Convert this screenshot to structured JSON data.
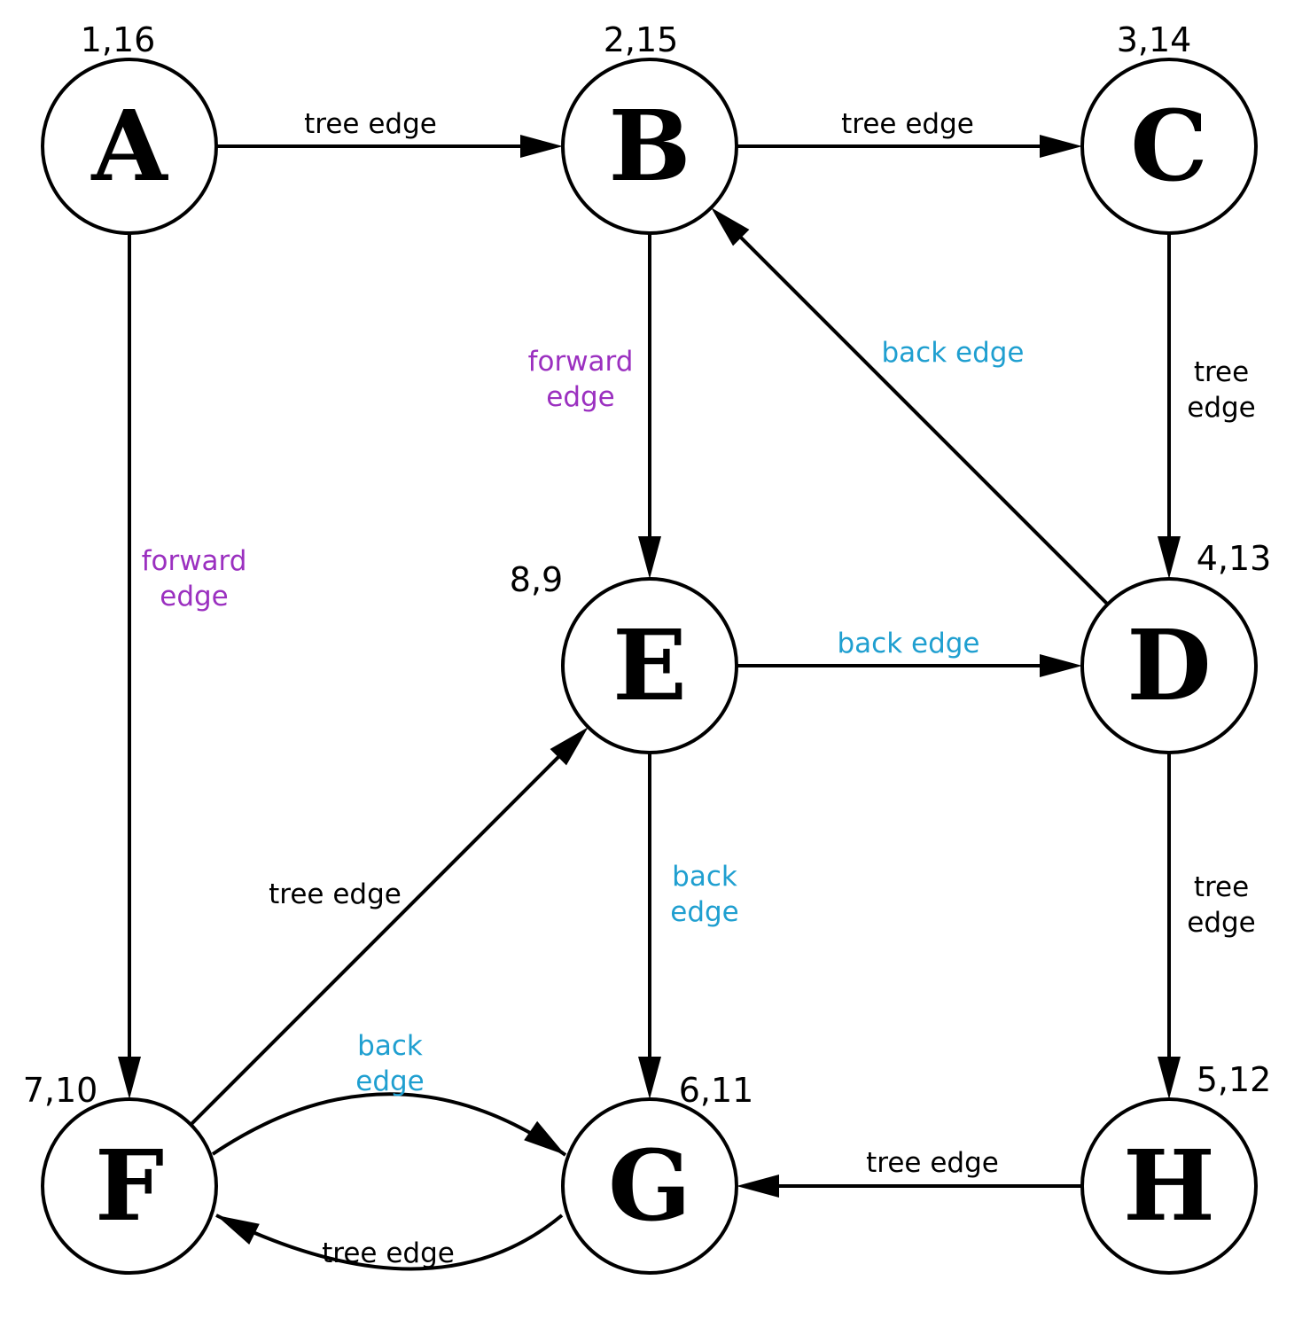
{
  "colors": {
    "tree": "#000000",
    "forward": "#9b30c0",
    "back": "#1f9fd0"
  },
  "nodes": [
    {
      "id": "A",
      "label": "A",
      "times": "1,16"
    },
    {
      "id": "B",
      "label": "B",
      "times": "2,15"
    },
    {
      "id": "C",
      "label": "C",
      "times": "3,14"
    },
    {
      "id": "D",
      "label": "D",
      "times": "4,13"
    },
    {
      "id": "E",
      "label": "E",
      "times": "8,9"
    },
    {
      "id": "F",
      "label": "F",
      "times": "7,10"
    },
    {
      "id": "G",
      "label": "G",
      "times": "6,11"
    },
    {
      "id": "H",
      "label": "H",
      "times": "5,12"
    }
  ],
  "edges": [
    {
      "id": "A-B",
      "from": "A",
      "to": "B",
      "type": "tree",
      "label": [
        "tree edge"
      ]
    },
    {
      "id": "B-C",
      "from": "B",
      "to": "C",
      "type": "tree",
      "label": [
        "tree edge"
      ]
    },
    {
      "id": "C-D",
      "from": "C",
      "to": "D",
      "type": "tree",
      "label": [
        "tree",
        "edge"
      ]
    },
    {
      "id": "D-B",
      "from": "D",
      "to": "B",
      "type": "back",
      "label": [
        "back edge"
      ]
    },
    {
      "id": "B-E",
      "from": "B",
      "to": "E",
      "type": "forward",
      "label": [
        "forward",
        "edge"
      ]
    },
    {
      "id": "A-F",
      "from": "A",
      "to": "F",
      "type": "forward",
      "label": [
        "forward",
        "edge"
      ]
    },
    {
      "id": "E-D",
      "from": "E",
      "to": "D",
      "type": "back",
      "label": [
        "back edge"
      ]
    },
    {
      "id": "D-H",
      "from": "D",
      "to": "H",
      "type": "tree",
      "label": [
        "tree",
        "edge"
      ]
    },
    {
      "id": "E-G",
      "from": "E",
      "to": "G",
      "type": "back",
      "label": [
        "back",
        "edge"
      ]
    },
    {
      "id": "F-E",
      "from": "F",
      "to": "E",
      "type": "tree",
      "label": [
        "tree edge"
      ]
    },
    {
      "id": "F-G",
      "from": "F",
      "to": "G",
      "type": "back",
      "label": [
        "back",
        "edge"
      ]
    },
    {
      "id": "G-F",
      "from": "G",
      "to": "F",
      "type": "tree",
      "label": [
        "tree edge"
      ]
    },
    {
      "id": "H-G",
      "from": "H",
      "to": "G",
      "type": "tree",
      "label": [
        "tree edge"
      ]
    }
  ]
}
